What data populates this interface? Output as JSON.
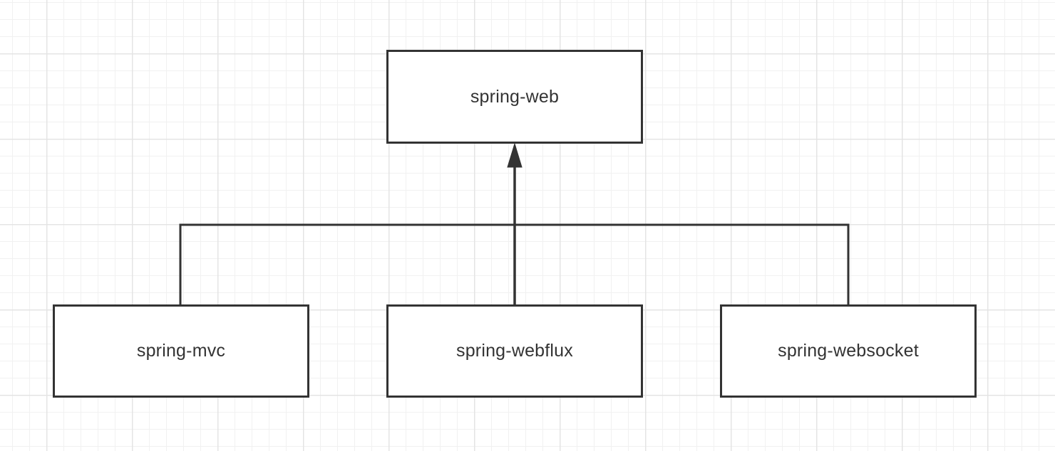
{
  "diagram": {
    "parent": {
      "label": "spring-web"
    },
    "children": [
      {
        "label": "spring-mvc"
      },
      {
        "label": "spring-webflux"
      },
      {
        "label": "spring-websocket"
      }
    ],
    "colors": {
      "stroke": "#333333",
      "node_fill": "#ffffff",
      "grid_major": "#e4e4e4",
      "grid_minor": "#f1f1f1"
    }
  }
}
